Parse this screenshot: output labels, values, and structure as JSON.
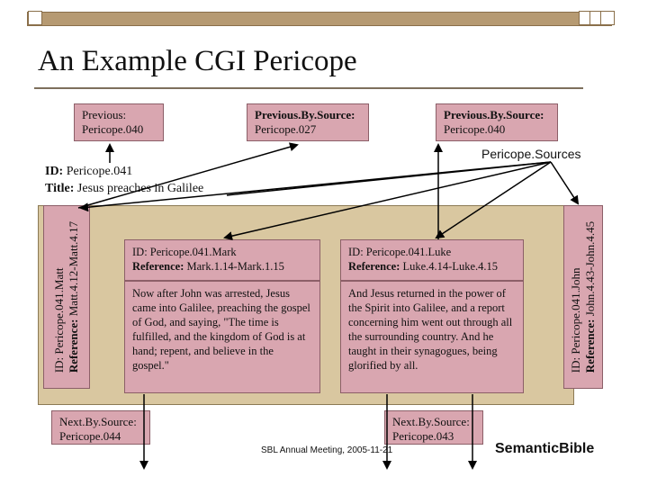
{
  "title": "An Example CGI Pericope",
  "previous": {
    "label": "Previous:",
    "value": "Pericope.040"
  },
  "previous_by_source_1": {
    "label": "Previous.By.Source:",
    "value": "Pericope.027"
  },
  "previous_by_source_2": {
    "label": "Previous.By.Source:",
    "value": "Pericope.040"
  },
  "sources_label": "Pericope.Sources",
  "pericope": {
    "id_label": "ID:",
    "id_value": "Pericope.041",
    "title_label": "Title:",
    "title_value": "Jesus preaches in Galilee"
  },
  "matt": {
    "id_label": "ID:",
    "id_value": "Pericope.041.Matt",
    "ref_label": "Reference:",
    "ref_value": "Matt.4.12-Matt.4.17"
  },
  "john": {
    "id_label": "ID:",
    "id_value": "Pericope.041.John",
    "ref_label": "Reference:",
    "ref_value": "John.4.43-John.4.45"
  },
  "mark": {
    "id_label": "ID:",
    "id_value": "Pericope.041.Mark",
    "ref_label": "Reference:",
    "ref_value": "Mark.1.14-Mark.1.15",
    "text": "Now after John was arrested, Jesus came into Galilee, preaching the gospel of God, and saying, \"The time is fulfilled, and the kingdom of God is at hand; repent, and believe in the gospel.\""
  },
  "luke": {
    "id_label": "ID:",
    "id_value": "Pericope.041.Luke",
    "ref_label": "Reference:",
    "ref_value": "Luke.4.14-Luke.4.15",
    "text": "And Jesus returned in the power of the Spirit into Galilee, and a report concerning him went out through all the surrounding country. And he taught in their synagogues, being glorified by all."
  },
  "next_by_source_1": {
    "label": "Next.By.Source:",
    "value": "Pericope.044"
  },
  "next_by_source_2": {
    "label": "Next.By.Source:",
    "value": "Pericope.043"
  },
  "footer": "SBL Annual Meeting, 2005-11-21",
  "brand": "SemanticBible",
  "colors": {
    "box_fill": "#d9a6b0",
    "panel_fill": "#d9c7a0",
    "top_bar": "#b69a72"
  }
}
